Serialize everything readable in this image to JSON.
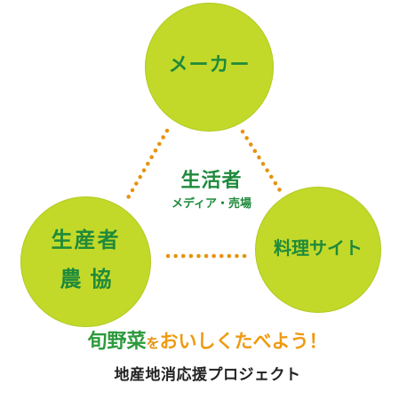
{
  "nodes": {
    "maker": "メーカー",
    "producer_line1": "生産者",
    "producer_line2": "農協",
    "recipe_site": "料理サイト"
  },
  "center": {
    "title": "生活者",
    "subtitle": "メディア・売場"
  },
  "tagline": {
    "part1": "旬野菜",
    "part2": "を",
    "part3": "おいしくたべよう！"
  },
  "subtitle": "地産地消応援プロジェクト",
  "colors": {
    "circle_fill": "#c3d92a",
    "node_text": "#1f8a3b",
    "connector": "#e8920e",
    "tagline_green": "#2d9a3c",
    "tagline_orange": "#ef9a10",
    "subtitle_text": "#222222"
  }
}
